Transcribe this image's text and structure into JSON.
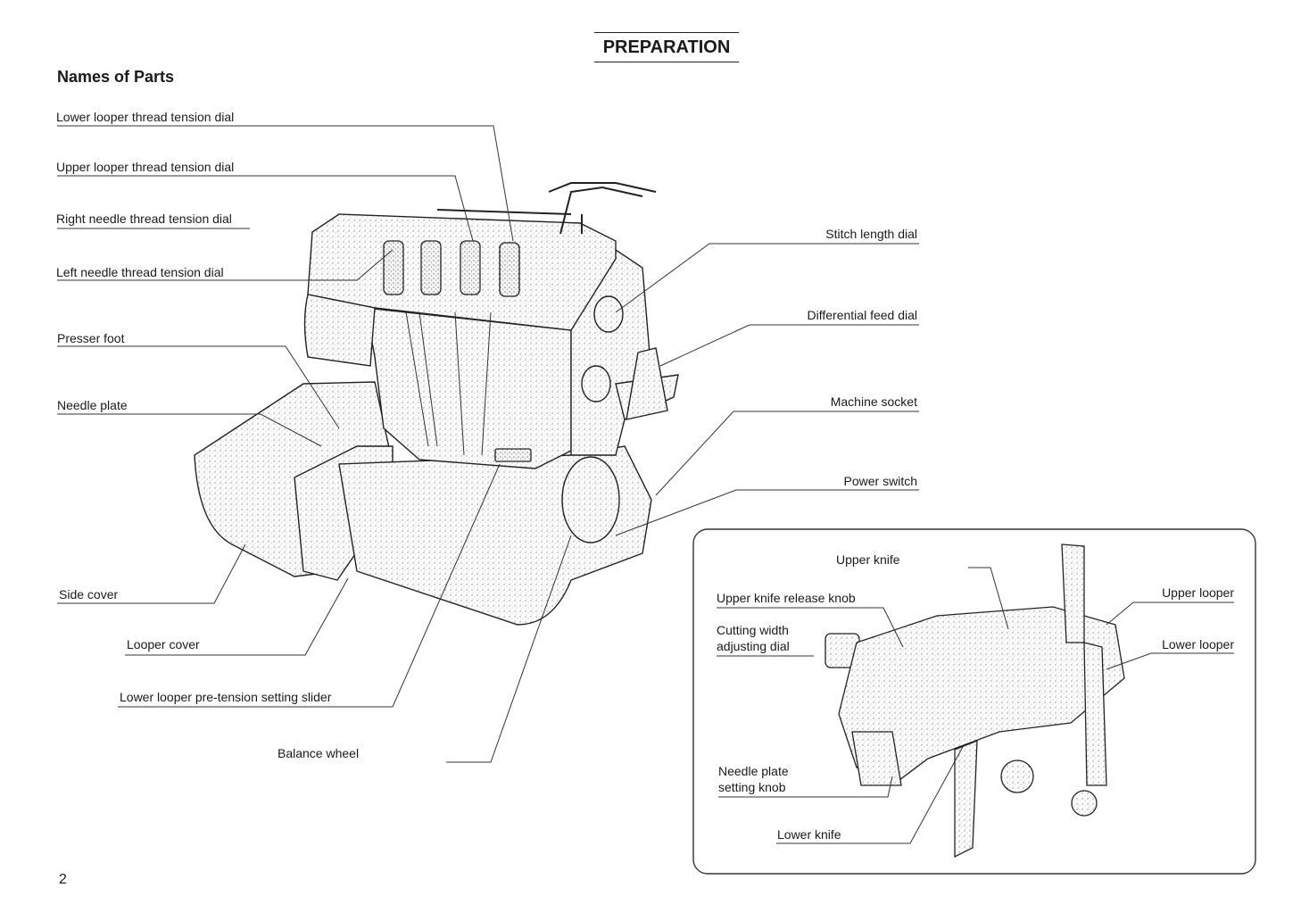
{
  "header": {
    "title": "PREPARATION"
  },
  "section": {
    "title": "Names of Parts"
  },
  "labels": {
    "lower_looper_tension": "Lower looper thread tension dial",
    "upper_looper_tension": "Upper looper thread tension dial",
    "right_needle_tension": "Right needle thread tension dial",
    "left_needle_tension": "Left needle thread tension dial",
    "presser_foot": "Presser foot",
    "needle_plate": "Needle plate",
    "side_cover": "Side cover",
    "looper_cover": "Looper cover",
    "pre_tension_slider": "Lower looper pre-tension setting slider",
    "balance_wheel": "Balance wheel",
    "stitch_length": "Stitch length dial",
    "differential_feed": "Differential feed dial",
    "machine_socket": "Machine socket",
    "power_switch": "Power switch"
  },
  "inset": {
    "upper_knife": "Upper knife",
    "upper_knife_release": "Upper knife release knob",
    "cutting_width_line1": "Cutting width",
    "cutting_width_line2": "adjusting dial",
    "upper_looper": "Upper looper",
    "lower_looper": "Lower looper",
    "needle_plate_knob_line1": "Needle plate",
    "needle_plate_knob_line2": "setting knob",
    "lower_knife": "Lower knife"
  },
  "footer": {
    "page_number": "2"
  }
}
